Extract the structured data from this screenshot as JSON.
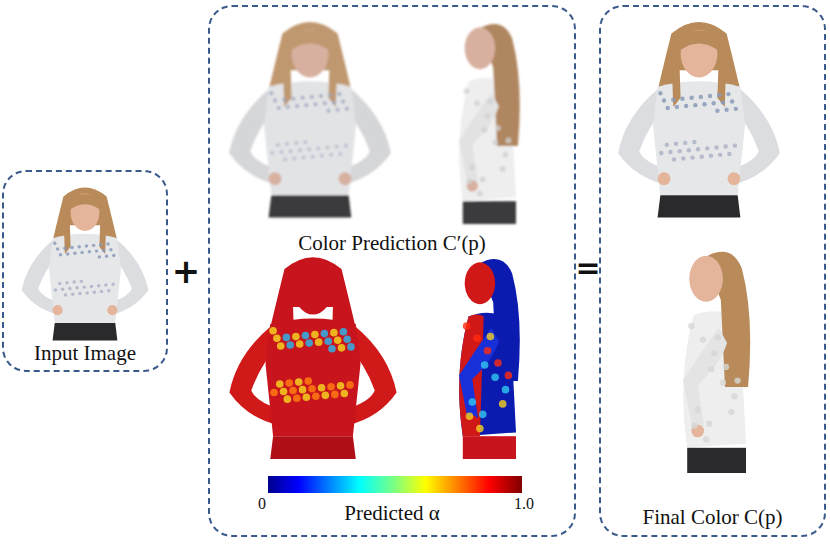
{
  "diagram": {
    "nodes": [
      {
        "text": [
          "Input Image"
        ]
      },
      {
        "text": [
          "Color Prediction C′(p)",
          "Predicted α"
        ]
      },
      {
        "text": [
          "Final Color C(p)"
        ]
      }
    ],
    "labels": [
      "+",
      "=",
      "0",
      "1.0"
    ]
  }
}
